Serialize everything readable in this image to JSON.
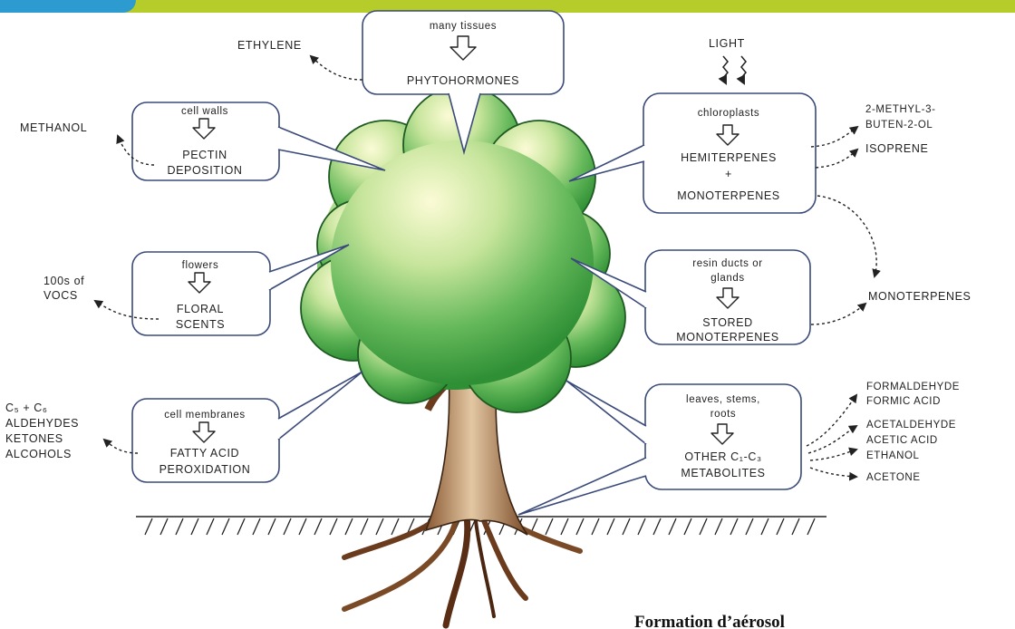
{
  "colors": {
    "top_bar": "#b6cc2a",
    "top_bar_tab": "#2e9bd0",
    "canopy_light": "#f7f8c8",
    "canopy_dark": "#2f9a3a",
    "trunk": "#b98a5f",
    "root": "#6b3b1e"
  },
  "boxes": {
    "top": {
      "source": "many tissues",
      "class": "PHYTOHORMONES"
    },
    "cell_walls": {
      "source": "cell walls",
      "class_line1": "PECTIN",
      "class_line2": "DEPOSITION"
    },
    "flowers": {
      "source": "flowers",
      "class_line1": "FLORAL",
      "class_line2": "SCENTS"
    },
    "membranes": {
      "source": "cell membranes",
      "class_line1": "FATTY ACID",
      "class_line2": "PEROXIDATION"
    },
    "chloroplasts": {
      "source": "chloroplasts",
      "class_line1": "HEMITERPENES",
      "plus": "+",
      "class_line2": "MONOTERPENES"
    },
    "resin": {
      "source_line1": "resin ducts or",
      "source_line2": "glands",
      "class_line1": "STORED",
      "class_line2": "MONOTERPENES"
    },
    "leaves": {
      "source_line1": "leaves, stems,",
      "source_line2": "roots",
      "class_line1": "OTHER C₁-C₃",
      "class_line2": "METABOLITES"
    }
  },
  "outputs": {
    "ethylene": "ETHYLENE",
    "methanol": "METHANOL",
    "vocs_line1": "100s of",
    "vocs_line2": "VOCS",
    "aldehydes_line1": "C₅ + C₆",
    "aldehydes_line2": "ALDEHYDES",
    "aldehydes_line3": "KETONES",
    "aldehydes_line4": "ALCOHOLS",
    "light": "LIGHT",
    "methylbutenol_line1": "2-METHYL-3-",
    "methylbutenol_line2": "BUTEN-2-OL",
    "isoprene": "ISOPRENE",
    "monoterpenes": "MONOTERPENES",
    "formaldehyde": "FORMALDEHYDE",
    "formic_acid": "FORMIC ACID",
    "acetaldehyde": "ACETALDEHYDE",
    "acetic_acid": "ACETIC ACID",
    "ethanol": "ETHANOL",
    "acetone": "ACETONE"
  },
  "caption": "Formation d’aérosol"
}
